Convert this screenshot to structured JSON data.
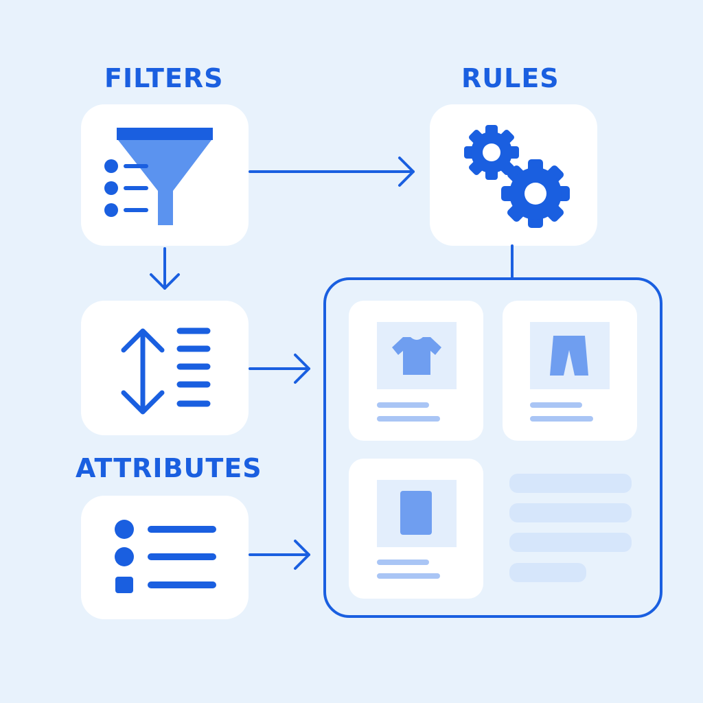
{
  "labels": {
    "filters": "FILTERS",
    "rules": "RULES",
    "attributes": "ATTRIBUTES"
  },
  "icons": {
    "filters_card": "funnel-list-icon",
    "rules_card": "gears-icon",
    "sort_card": "sort-list-icon",
    "attributes_card": "bullet-list-icon",
    "product_1": "tshirt-icon",
    "product_2": "shorts-icon",
    "product_3": "rectangle-product-icon"
  },
  "colors": {
    "background": "#e8f2fc",
    "primary": "#1a5fe0",
    "funnel_fill": "#5b93ef",
    "product_icon": "#6f9ef0",
    "product_tile": "#e3eefc",
    "placeholder_line": "#a9c5f5",
    "card": "#ffffff"
  }
}
